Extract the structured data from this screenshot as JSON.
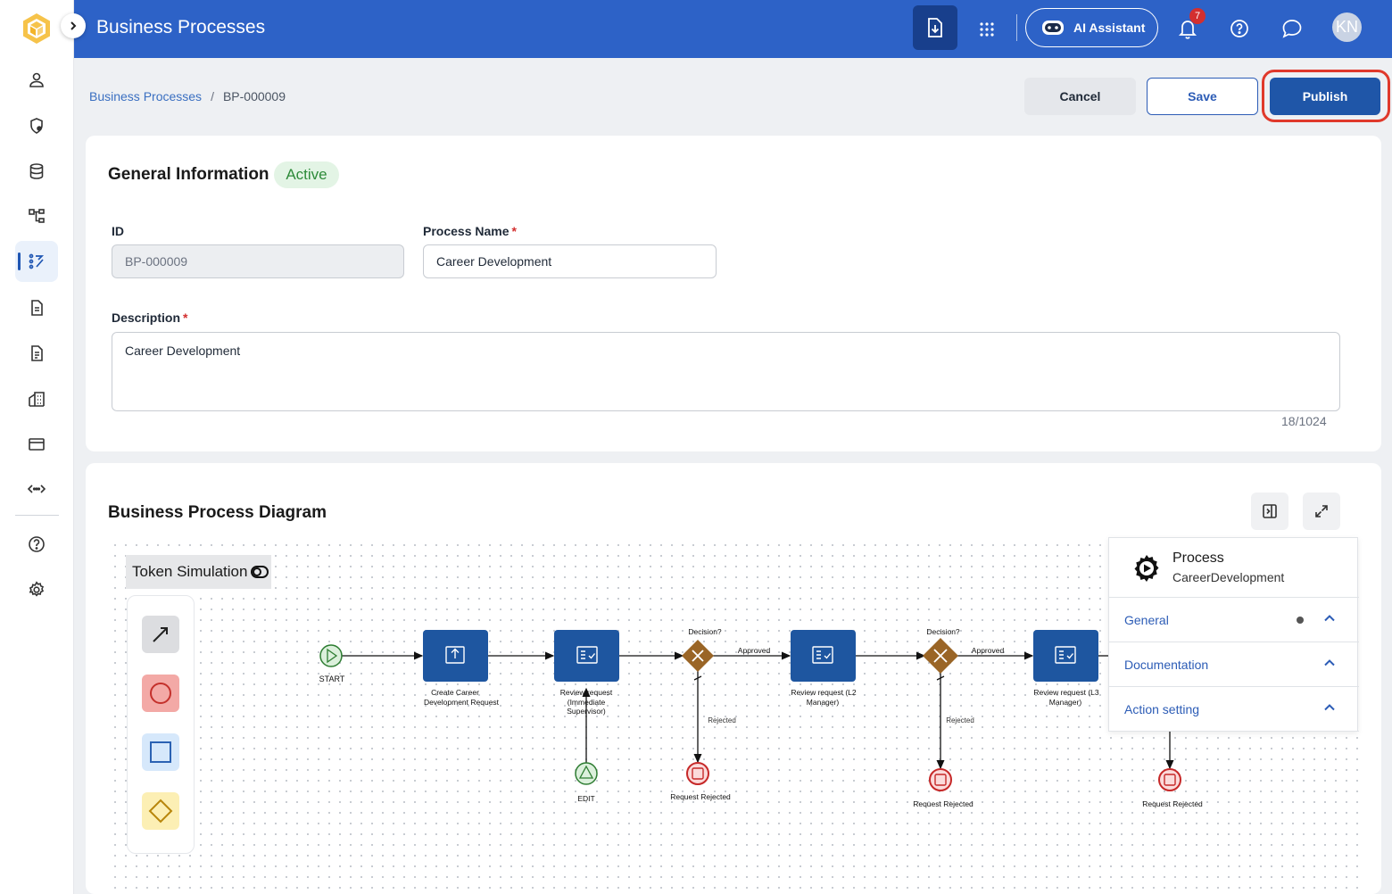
{
  "header": {
    "title": "Business Processes",
    "ai_label": "AI Assistant",
    "notification_count": "7",
    "avatar_initials": "KN"
  },
  "sidebar": {
    "items": [
      {
        "icon": "user-icon"
      },
      {
        "icon": "shield-icon"
      },
      {
        "icon": "database-icon"
      },
      {
        "icon": "hierarchy-icon"
      },
      {
        "icon": "process-icon",
        "active": true
      },
      {
        "icon": "document-icon"
      },
      {
        "icon": "document-list-icon"
      },
      {
        "icon": "building-icon"
      },
      {
        "icon": "card-icon"
      },
      {
        "icon": "api-icon"
      },
      {
        "icon": "help-icon"
      },
      {
        "icon": "settings-icon"
      }
    ]
  },
  "breadcrumb": {
    "parent": "Business Processes",
    "separator": "/",
    "current": "BP-000009"
  },
  "actions": {
    "cancel": "Cancel",
    "save": "Save",
    "publish": "Publish"
  },
  "general": {
    "title": "General Information",
    "status": "Active",
    "id_label": "ID",
    "id_value": "BP-000009",
    "name_label": "Process Name",
    "name_value": "Career Development",
    "description_label": "Description",
    "description_value": "Career Development",
    "required_mark": "*",
    "char_count": "18/1024"
  },
  "diagram": {
    "title": "Business Process Diagram",
    "token_simulation": "Token Simulation",
    "nodes": {
      "start": "START",
      "task1_line1": "Create Career",
      "task1_line2": "Development Request",
      "task2_line1": "Review request",
      "task2_line2": "(Immediate",
      "task2_line3": "Supervisor)",
      "gw1": "Decision?",
      "approved1": "Approved",
      "rejected1": "Rejected",
      "end1": "Request Rejected",
      "edit": "EDIT",
      "task3_line1": "Review request (L2",
      "task3_line2": "Manager)",
      "gw2": "Decision?",
      "approved2": "Approved",
      "rejected2": "Rejected",
      "end2": "Request Rejected",
      "task4_line1": "Review request (L3",
      "task4_line2": "Manager)",
      "end3": "Request Rejected"
    },
    "properties": {
      "title": "Process",
      "subtitle": "CareerDevelopment",
      "sections": [
        "General",
        "Documentation",
        "Action setting"
      ]
    }
  },
  "colors": {
    "primary": "#2d62c7",
    "publish": "#1f56a8",
    "task": "#1e56a0",
    "gateway": "#9a6526",
    "start": "#2e7d32",
    "end": "#c62828",
    "highlight": "#e0392b"
  }
}
